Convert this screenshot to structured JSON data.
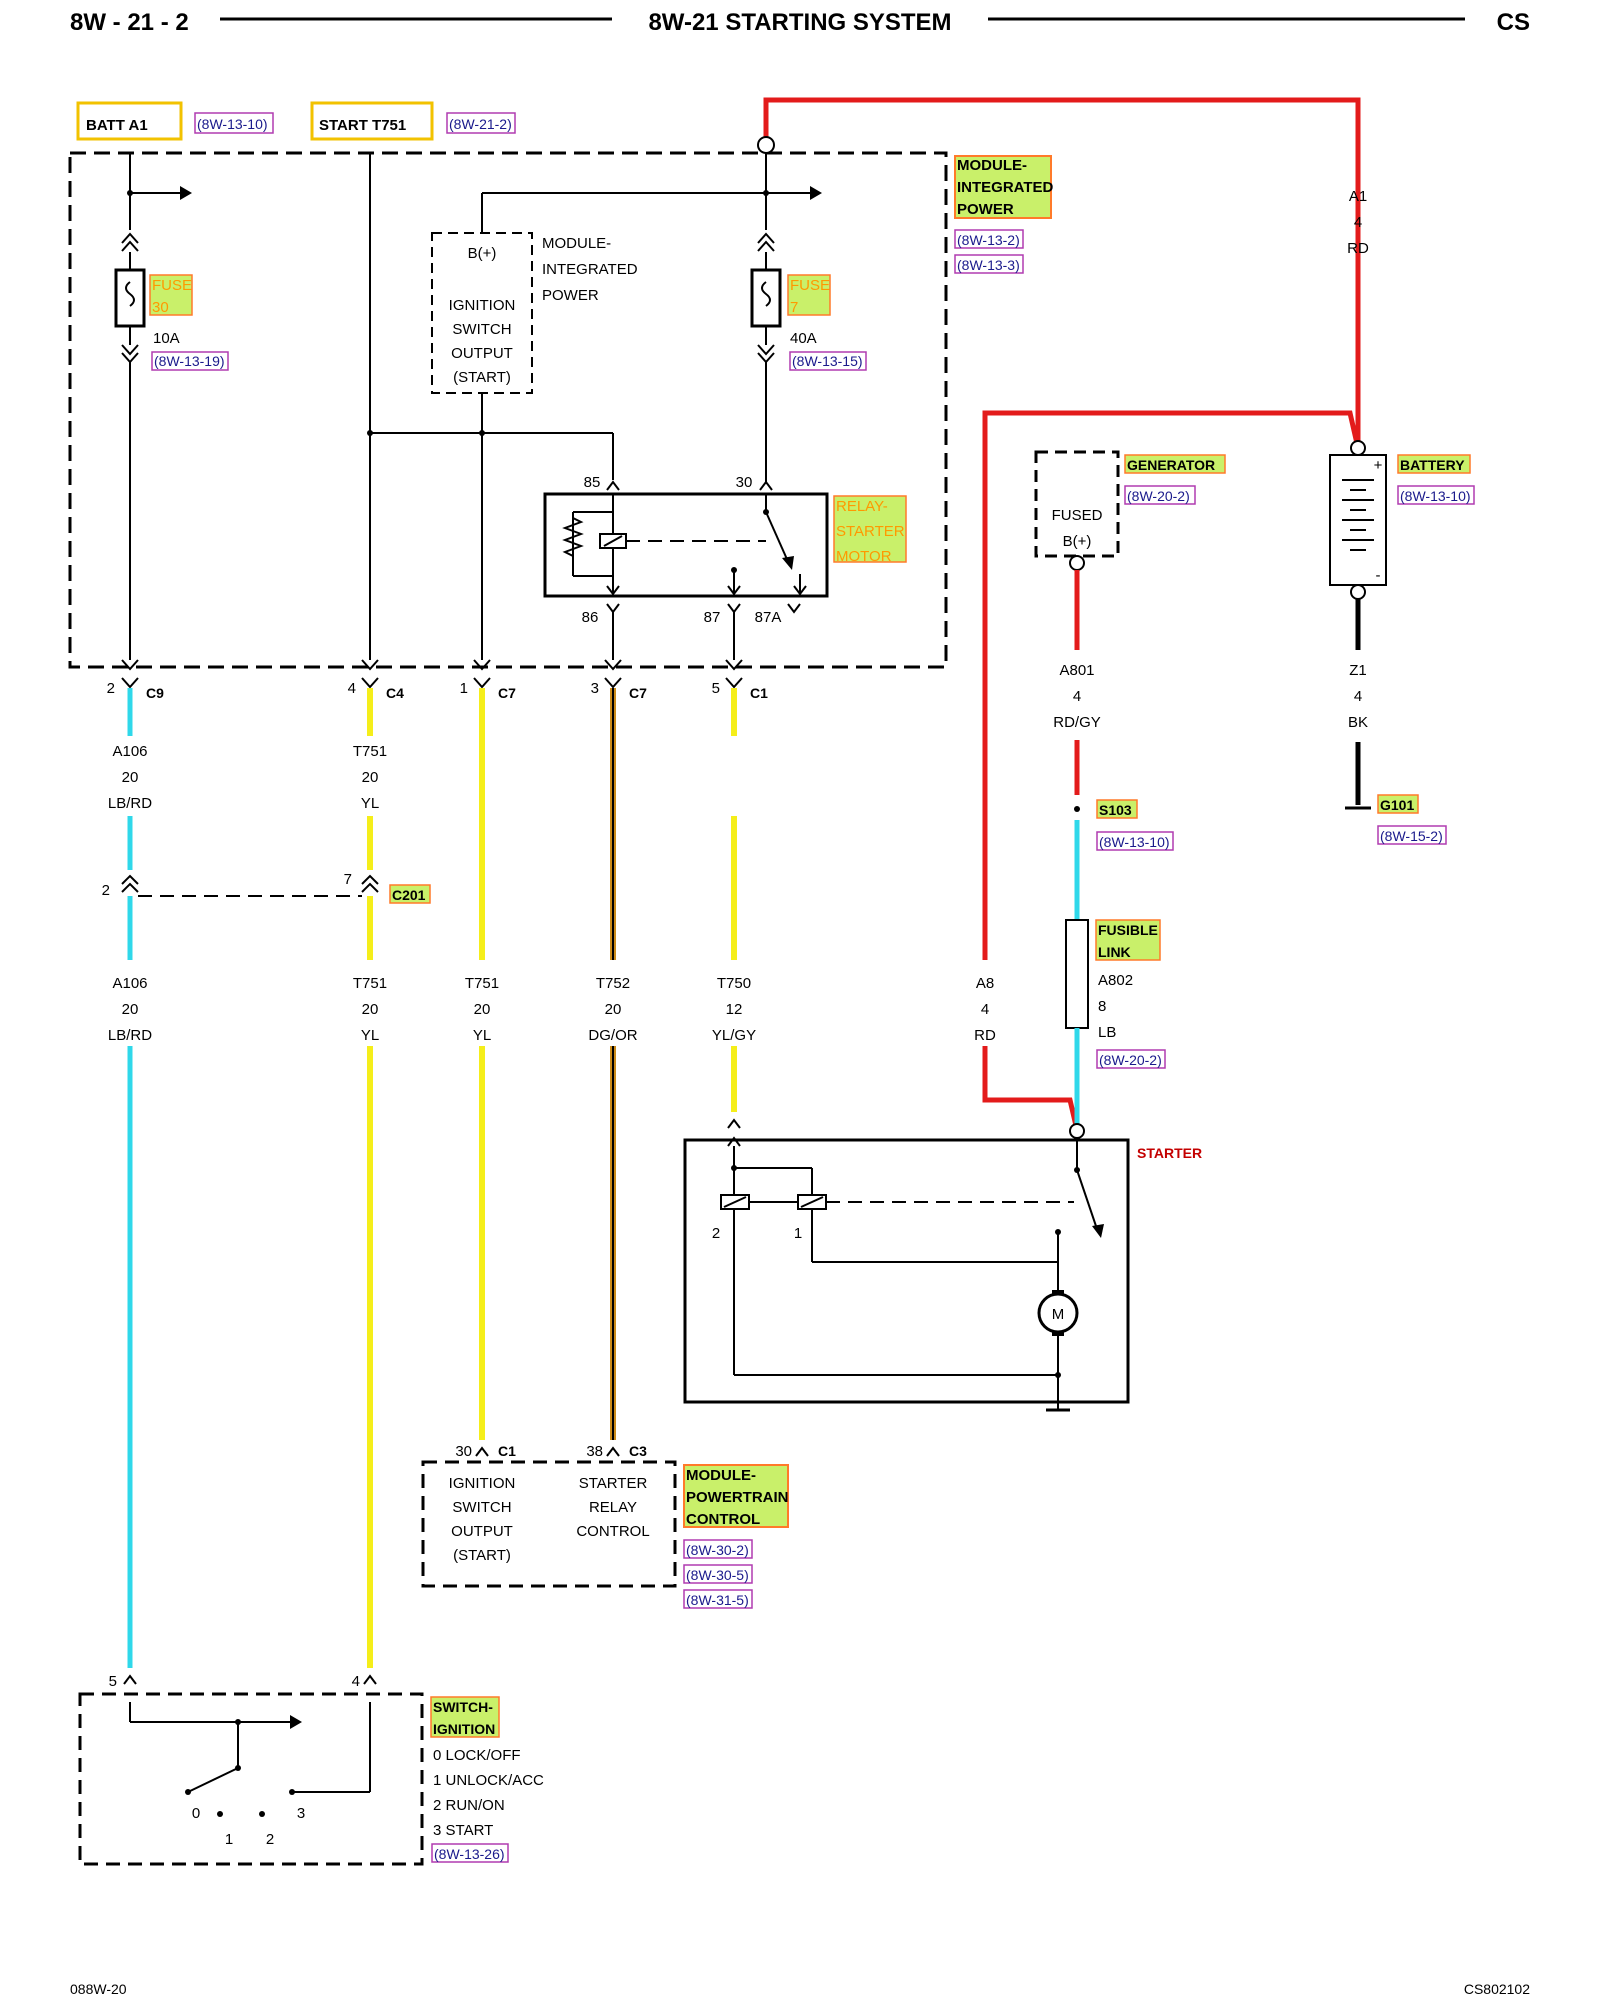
{
  "header": {
    "page_left": "8W - 21 - 2",
    "title": "8W-21 STARTING SYSTEM",
    "page_right": "CS"
  },
  "footer": {
    "left": "088W-20",
    "right": "CS802102"
  },
  "colors": {
    "red": "#e31b1b",
    "yellow": "#f5ee1a",
    "cyan": "#2fd8ea",
    "black": "#000000",
    "green_tag": "#c9f06a",
    "orange_border": "#ff7a2a",
    "magenta_ref": "#b03bb0"
  },
  "sources": {
    "batt_label": "BATT A1",
    "batt_ref": "(8W-13-10)",
    "start_label": "START T751",
    "start_ref": "(8W-21-2)"
  },
  "tipm": {
    "name": [
      "MODULE-",
      "INTEGRATED",
      "POWER"
    ],
    "refs": [
      "(8W-13-2)",
      "(8W-13-3)"
    ],
    "fuse30": {
      "label": [
        "FUSE",
        "30"
      ],
      "amps": "10A",
      "ref": "(8W-13-19)"
    },
    "fuse7": {
      "label": [
        "FUSE",
        "7"
      ],
      "amps": "40A",
      "ref": "(8W-13-15)"
    },
    "ign_box": {
      "pin": "B(+)",
      "lines": [
        "IGNITION",
        "SWITCH",
        "OUTPUT",
        "(START)"
      ]
    },
    "ign_box_name": [
      "MODULE-",
      "INTEGRATED",
      "POWER"
    ],
    "relay": {
      "name": [
        "RELAY-",
        "STARTER",
        "MOTOR"
      ],
      "pins": {
        "p85": "85",
        "p30": "30",
        "p86": "86",
        "p87": "87",
        "p87a": "87A"
      }
    }
  },
  "connectors": [
    {
      "pin": "2",
      "name": "C9"
    },
    {
      "pin": "4",
      "name": "C4"
    },
    {
      "pin": "1",
      "name": "C7"
    },
    {
      "pin": "3",
      "name": "C7"
    },
    {
      "pin": "5",
      "name": "C1"
    }
  ],
  "wires_upper": [
    {
      "circuit": "A106",
      "gauge": "20",
      "color": "LB/RD"
    },
    {
      "circuit": "T751",
      "gauge": "20",
      "color": "YL"
    }
  ],
  "c201": {
    "pin_left": "2",
    "pin_right": "7",
    "name": "C201"
  },
  "wires_lower": [
    {
      "circuit": "A106",
      "gauge": "20",
      "color": "LB/RD"
    },
    {
      "circuit": "T751",
      "gauge": "20",
      "color": "YL"
    },
    {
      "circuit": "T751",
      "gauge": "20",
      "color": "YL"
    },
    {
      "circuit": "T752",
      "gauge": "20",
      "color": "DG/OR"
    },
    {
      "circuit": "T750",
      "gauge": "12",
      "color": "YL/GY"
    },
    {
      "circuit": "A8",
      "gauge": "4",
      "color": "RD"
    }
  ],
  "battery_wire": {
    "circuit": "A1",
    "gauge": "4",
    "color": "RD"
  },
  "battery": {
    "name": "BATTERY",
    "ref": "(8W-13-10)",
    "plus": "+",
    "minus": "-"
  },
  "ground_wire": {
    "circuit": "Z1",
    "gauge": "4",
    "color": "BK"
  },
  "ground": {
    "name": "G101",
    "ref": "(8W-15-2)"
  },
  "generator": {
    "name": "GENERATOR",
    "ref": "(8W-20-2)",
    "pin": [
      "FUSED",
      "B(+)"
    ]
  },
  "gen_wire": {
    "circuit": "A801",
    "gauge": "4",
    "color": "RD/GY"
  },
  "splice": {
    "name": "S103",
    "ref": "(8W-13-10)"
  },
  "fusible_link": {
    "name": [
      "FUSIBLE",
      "LINK"
    ],
    "circuit": "A802",
    "gauge": "8",
    "color": "LB",
    "ref": "(8W-20-2)"
  },
  "starter": {
    "name": "STARTER",
    "pin2": "2",
    "pin1": "1",
    "motor": "M"
  },
  "pcm": {
    "name": [
      "MODULE-",
      "POWERTRAIN",
      "CONTROL"
    ],
    "refs": [
      "(8W-30-2)",
      "(8W-30-5)",
      "(8W-31-5)"
    ],
    "pin30": "30",
    "conn30": "C1",
    "pin38": "38",
    "conn38": "C3",
    "left_lines": [
      "IGNITION",
      "SWITCH",
      "OUTPUT",
      "(START)"
    ],
    "right_lines": [
      "STARTER",
      "RELAY",
      "CONTROL"
    ]
  },
  "ign_switch": {
    "name": [
      "SWITCH-",
      "IGNITION"
    ],
    "positions": [
      "0 LOCK/OFF",
      "1 UNLOCK/ACC",
      "2 RUN/ON",
      "3 START"
    ],
    "ref": "(8W-13-26)",
    "pin5": "5",
    "pin4": "4",
    "pos_nums": [
      "0",
      "1",
      "2",
      "3"
    ]
  }
}
